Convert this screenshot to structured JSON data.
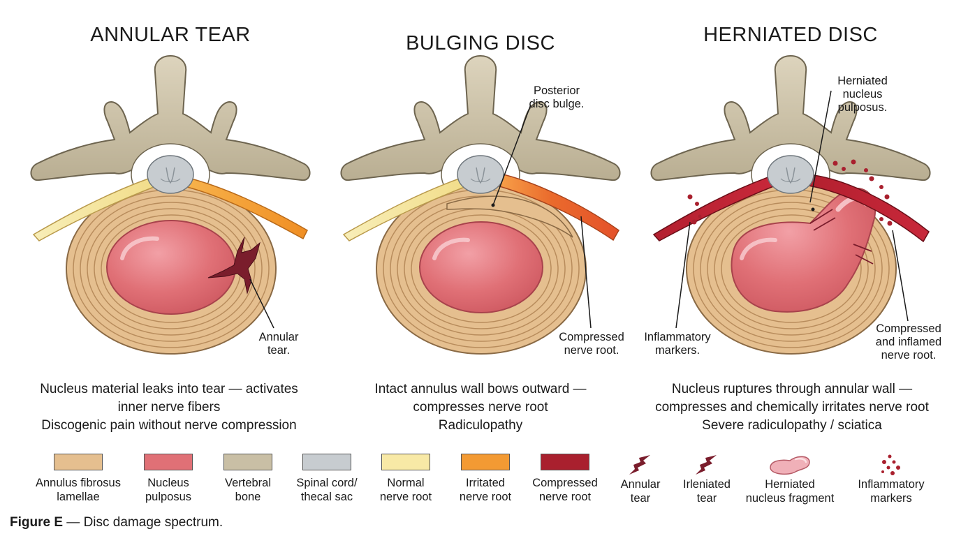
{
  "panels": [
    {
      "title": "ANNULAR TEAR",
      "callouts": [
        {
          "text": "Annular\ntear."
        }
      ],
      "caption": [
        "Nucleus material leaks into tear — activates",
        "inner nerve fibers",
        "Discogenic pain without nerve compression"
      ]
    },
    {
      "title": "BULGING DISC",
      "callouts": [
        {
          "text": "Posterior\ndisc bulge."
        },
        {
          "text": "Compressed\nnerve root."
        }
      ],
      "caption": [
        "Intact annulus wall bows outward —",
        "compresses nerve root",
        "Radiculopathy"
      ]
    },
    {
      "title": "HERNIATED DISC",
      "callouts": [
        {
          "text": "Herniated\nnucleus\npulposus."
        },
        {
          "text": "Inflammatory\nmarkers."
        },
        {
          "text": "Compressed\nand inflamed\nnerve root."
        }
      ],
      "caption": [
        "Nucleus ruptures through annular wall —",
        "compresses and chemically irritates nerve root",
        "Severe radiculopathy / sciatica"
      ]
    }
  ],
  "legend": [
    {
      "label": "Annulus fibrosus\nlamellae",
      "color": "#e5bf8f",
      "icon": "swatch"
    },
    {
      "label": "Nucleus\npulposus",
      "color": "#e07076",
      "icon": "swatch"
    },
    {
      "label": "Vertebral\nbone",
      "color": "#c9bfa5",
      "icon": "swatch"
    },
    {
      "label": "Spinal cord/\nthecal sac",
      "color": "#c7ccd0",
      "icon": "swatch"
    },
    {
      "label": "Normal\nnerve root",
      "color": "#f8e9a6",
      "icon": "swatch"
    },
    {
      "label": "Irritated\nnerve root",
      "color": "#f39a33",
      "icon": "swatch"
    },
    {
      "label": "Compressed\nnerve root",
      "color": "#a9202e",
      "icon": "swatch"
    },
    {
      "label": "Annular\ntear",
      "color": "#7a1d2c",
      "icon": "tear-icon"
    },
    {
      "label": "Irleniated\ntear",
      "color": "#7a1d2c",
      "icon": "tear-icon"
    },
    {
      "label": "Herniated\nnucleus fragment",
      "color": "#f0b0b8",
      "icon": "fragment-icon"
    },
    {
      "label": "Inflammatory\nmarkers",
      "color": "#a9202e",
      "icon": "dots-icon"
    }
  ],
  "figure_caption": {
    "label": "Figure E",
    "text": " — Disc damage spectrum."
  }
}
